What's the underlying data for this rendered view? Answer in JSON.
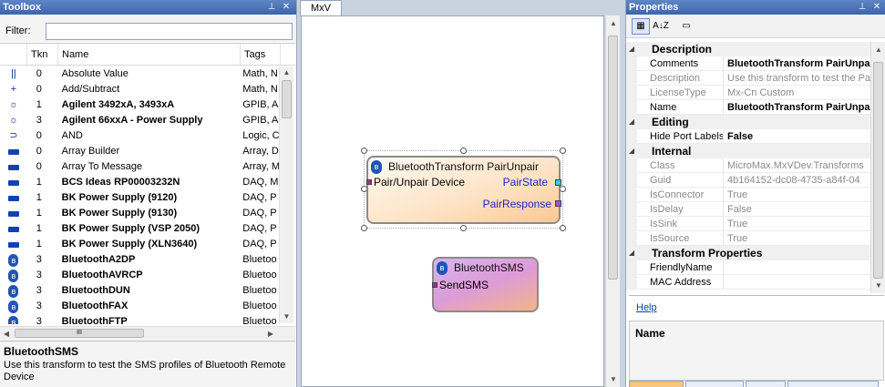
{
  "toolbox": {
    "title": "Toolbox",
    "pin": "⊥",
    "close": "✕",
    "filter_label": "Filter:",
    "filter_value": "",
    "columns": [
      "",
      "Tkn",
      "Name",
      "Tags"
    ],
    "items": [
      {
        "icon": "abs-icon",
        "glyph": "||",
        "tkn": "0",
        "name": "Absolute Value",
        "tags": "Math, N",
        "bold": false
      },
      {
        "icon": "add-icon",
        "glyph": "+",
        "tkn": "0",
        "name": "Add/Subtract",
        "tags": "Math, N",
        "bold": false
      },
      {
        "icon": "instrument-icon",
        "glyph": "☼",
        "tkn": "1",
        "name": "Agilent 3492xA, 3493xA",
        "tags": "GPIB, A",
        "bold": true
      },
      {
        "icon": "instrument-icon",
        "glyph": "☼",
        "tkn": "3",
        "name": "Agilent 66xxA - Power Supply",
        "tags": "GPIB, A",
        "bold": true
      },
      {
        "icon": "and-gate-icon",
        "glyph": "⊃",
        "tkn": "0",
        "name": "AND",
        "tags": "Logic, C",
        "bold": false
      },
      {
        "icon": "plug-icon",
        "glyph": "",
        "tkn": "0",
        "name": "Array Builder",
        "tags": "Array, D",
        "bold": false
      },
      {
        "icon": "plug-icon",
        "glyph": "",
        "tkn": "0",
        "name": "Array To Message",
        "tags": "Array, M",
        "bold": false
      },
      {
        "icon": "plug-icon",
        "glyph": "",
        "tkn": "1",
        "name": "BCS Ideas RP00003232N",
        "tags": "DAQ, M",
        "bold": true
      },
      {
        "icon": "plug-icon",
        "glyph": "",
        "tkn": "1",
        "name": "BK Power Supply (9120)",
        "tags": "DAQ, P",
        "bold": true
      },
      {
        "icon": "plug-icon",
        "glyph": "",
        "tkn": "1",
        "name": "BK Power Supply (9130)",
        "tags": "DAQ, P",
        "bold": true
      },
      {
        "icon": "plug-icon",
        "glyph": "",
        "tkn": "1",
        "name": "BK Power Supply (VSP 2050)",
        "tags": "DAQ, P",
        "bold": true
      },
      {
        "icon": "plug-icon",
        "glyph": "",
        "tkn": "1",
        "name": "BK Power Supply (XLN3640)",
        "tags": "DAQ, P",
        "bold": true
      },
      {
        "icon": "bluetooth-icon",
        "glyph": "ʙ",
        "tkn": "3",
        "name": "BluetoothA2DP",
        "tags": "Bluetoo",
        "bold": true
      },
      {
        "icon": "bluetooth-icon",
        "glyph": "ʙ",
        "tkn": "3",
        "name": "BluetoothAVRCP",
        "tags": "Bluetoo",
        "bold": true
      },
      {
        "icon": "bluetooth-icon",
        "glyph": "ʙ",
        "tkn": "3",
        "name": "BluetoothDUN",
        "tags": "Bluetoo",
        "bold": true
      },
      {
        "icon": "bluetooth-icon",
        "glyph": "ʙ",
        "tkn": "3",
        "name": "BluetoothFAX",
        "tags": "Bluetoo",
        "bold": true
      },
      {
        "icon": "bluetooth-icon",
        "glyph": "ʙ",
        "tkn": "3",
        "name": "BluetoothFTP",
        "tags": "Bluetoo",
        "bold": true
      }
    ],
    "hscroll_grip": "III",
    "description_title": "BluetoothSMS",
    "description_text": "Use this transform to test the SMS profiles of Bluetooth Remote Device"
  },
  "document": {
    "tab_label": "MxV",
    "nodes": [
      {
        "title": "BluetoothTransform PairUnpair",
        "inputs": [
          "Pair/Unpair Device"
        ],
        "outputs": [
          "PairState",
          "PairResponse"
        ]
      },
      {
        "title": "BluetoothSMS",
        "inputs": [
          "SendSMS"
        ],
        "outputs": []
      }
    ]
  },
  "properties": {
    "title": "Properties",
    "pin": "⊥",
    "close": "✕",
    "toolbar": {
      "categorized": "▦",
      "alphabetical": "A↓Z",
      "pages": "▭"
    },
    "rows": [
      {
        "type": "cat",
        "label": "Description"
      },
      {
        "type": "prop",
        "key": "Comments",
        "value": "BluetoothTransform PairUnpair",
        "dim": false,
        "boldv": true
      },
      {
        "type": "prop",
        "key": "Description",
        "value": "Use this transform to test the Pair/Unpair",
        "dim": true,
        "boldv": false
      },
      {
        "type": "prop",
        "key": "LicenseType",
        "value": "Mx-Cn Custom",
        "dim": true,
        "boldv": false
      },
      {
        "type": "prop",
        "key": "Name",
        "value": "BluetoothTransform PairUnpair",
        "dim": false,
        "boldv": true
      },
      {
        "type": "cat",
        "label": "Editing"
      },
      {
        "type": "prop",
        "key": "Hide Port Labels",
        "value": "False",
        "dim": false,
        "boldv": true
      },
      {
        "type": "cat",
        "label": "Internal"
      },
      {
        "type": "prop",
        "key": "Class",
        "value": "MicroMax.MxVDev.Transforms",
        "dim": true,
        "boldv": false
      },
      {
        "type": "prop",
        "key": "Guid",
        "value": "4b164152-dc08-4735-a84f-04",
        "dim": true,
        "boldv": false
      },
      {
        "type": "prop",
        "key": "IsConnector",
        "value": "True",
        "dim": true,
        "boldv": false
      },
      {
        "type": "prop",
        "key": "IsDelay",
        "value": "False",
        "dim": true,
        "boldv": false
      },
      {
        "type": "prop",
        "key": "IsSink",
        "value": "True",
        "dim": true,
        "boldv": false
      },
      {
        "type": "prop",
        "key": "IsSource",
        "value": "True",
        "dim": true,
        "boldv": false
      },
      {
        "type": "cat",
        "label": "Transform Properties"
      },
      {
        "type": "prop",
        "key": "FriendlyName",
        "value": "",
        "dim": false,
        "boldv": false
      },
      {
        "type": "prop",
        "key": "MAC Address",
        "value": "",
        "dim": false,
        "boldv": false
      }
    ],
    "help_link": "Help",
    "desc_title": "Name",
    "desc_text": ""
  }
}
